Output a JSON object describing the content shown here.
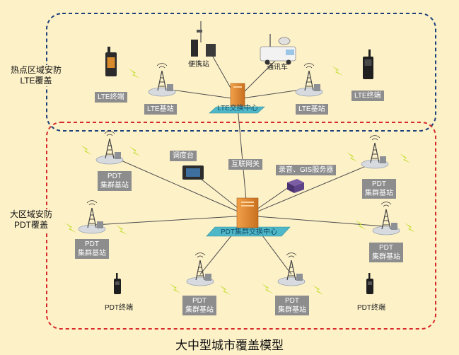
{
  "title": "大中型城市覆盖模型",
  "regions": {
    "lte": {
      "line1": "热点区域安防",
      "line2": "LTE覆盖"
    },
    "pdt": {
      "line1": "大区域安防",
      "line2": "PDT覆盖"
    }
  },
  "lte": {
    "portable_station": "便携站",
    "comm_vehicle": "通讯车",
    "switch_center": "LTE交换中心",
    "terminal": "LTE终端",
    "base_station": "LTE基站"
  },
  "pdt": {
    "switch_center": "PDT集群交换中心",
    "dispatch_console": "调度台",
    "internet_gateway": "互联网关",
    "recording_gis_server": "录音、GIS服务器",
    "base_station_line1": "PDT",
    "base_station_line2": "集群基站",
    "terminal": "PDT终端"
  },
  "colors": {
    "background": "#fdf1c8",
    "lte_border": "#1d3f7a",
    "pdt_border": "#d72a2a",
    "label_box": "#8d8d8d",
    "switch_teal": "#4fb8c8",
    "server_orange": "#e08a35",
    "lightning": "#c9df3c"
  }
}
